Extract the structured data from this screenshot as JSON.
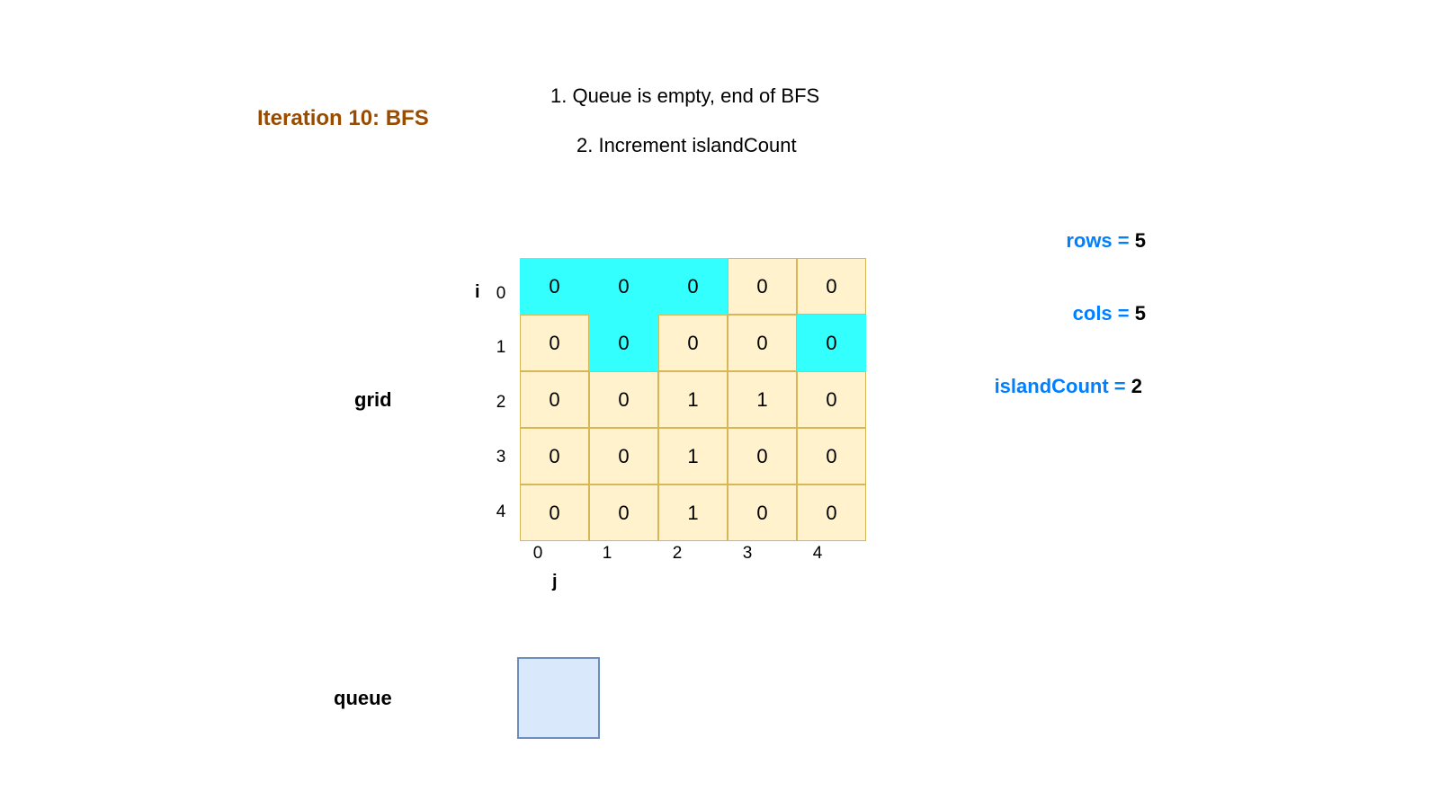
{
  "title": "Iteration 10: BFS",
  "steps": [
    "1. Queue is empty, end of BFS",
    "2. Increment islandCount"
  ],
  "variables": {
    "rows": {
      "name": "rows",
      "eq": " = ",
      "value": "5"
    },
    "cols": {
      "name": "cols",
      "eq": " = ",
      "value": "5"
    },
    "islandCount": {
      "name": "islandCount",
      "eq": " = ",
      "value": "2"
    }
  },
  "labels": {
    "grid": "grid",
    "queue": "queue",
    "i": "i",
    "j": "j"
  },
  "row_indices": [
    "0",
    "1",
    "2",
    "3",
    "4"
  ],
  "col_indices": [
    "0",
    "1",
    "2",
    "3",
    "4"
  ],
  "grid": [
    [
      "0",
      "0",
      "0",
      "0",
      "0"
    ],
    [
      "0",
      "0",
      "0",
      "0",
      "0"
    ],
    [
      "0",
      "0",
      "1",
      "1",
      "0"
    ],
    [
      "0",
      "0",
      "1",
      "0",
      "0"
    ],
    [
      "0",
      "0",
      "1",
      "0",
      "0"
    ]
  ],
  "visited": [
    [
      true,
      true,
      true,
      false,
      false
    ],
    [
      false,
      true,
      false,
      false,
      true
    ],
    [
      false,
      false,
      false,
      false,
      false
    ],
    [
      false,
      false,
      false,
      false,
      false
    ],
    [
      false,
      false,
      false,
      false,
      false
    ]
  ],
  "colors": {
    "title": "#994c00",
    "variable_name": "#007fff",
    "cell_fill": "#fff2cc",
    "cell_border": "#d6b656",
    "visited_fill": "#33ffff",
    "queue_fill": "#dae8fc",
    "queue_border": "#6c8ebf"
  },
  "queue": []
}
